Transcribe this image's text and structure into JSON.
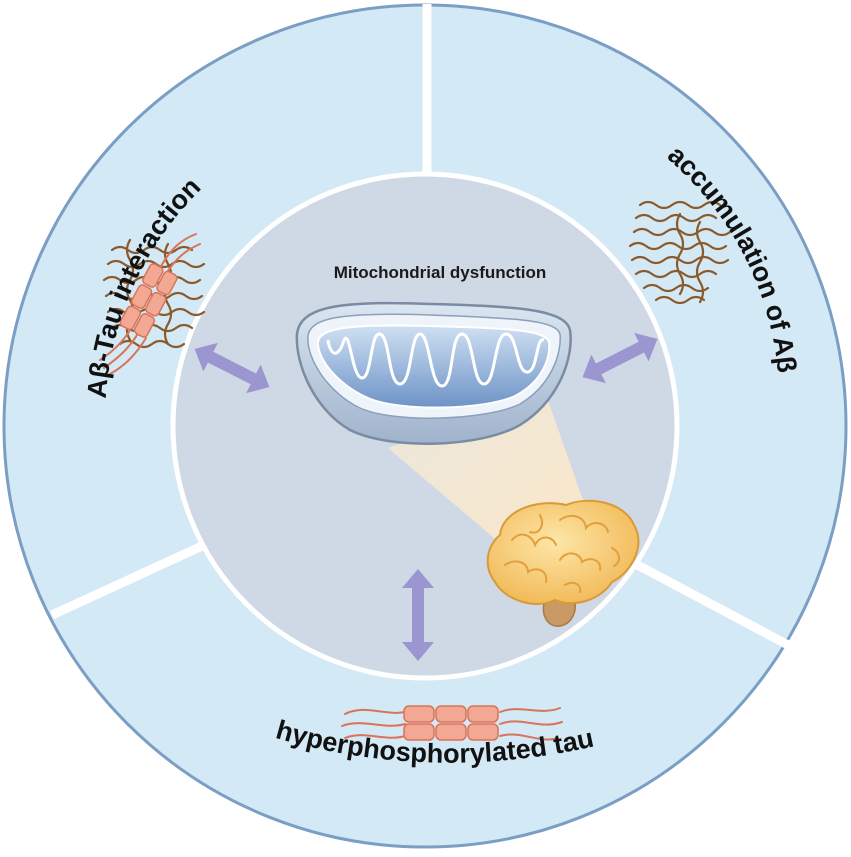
{
  "center": {
    "title": "Mitochondrial dysfunction"
  },
  "segments": {
    "left": {
      "label": "Aβ-Tau interaction"
    },
    "right": {
      "label": "accumulation of Aβ"
    },
    "bottom": {
      "label": "hyperphosphorylated tau"
    }
  },
  "icons": {
    "mitochondrion": "mitochondrion-icon",
    "brain": "brain-icon",
    "amyloid": "amyloid-beta-fibril-icon",
    "tau": "tau-tangle-icon",
    "complex": "abeta-tau-complex-icon",
    "arrows": "double-headed-arrow-icon"
  },
  "colors": {
    "outer_ring": "#d3e9f6",
    "ring_border": "#7aa3c8",
    "divider": "#ffffff",
    "inner_circle": "#cfd9e6",
    "arrow": "#9b95d0",
    "tau": "#f2a892",
    "tau_stroke": "#d9735a",
    "amyloid": "#8a5a2b",
    "brain": "#f7c86a",
    "mito_outer": "#aebfd4",
    "mito_inner": "#6f95c8"
  }
}
